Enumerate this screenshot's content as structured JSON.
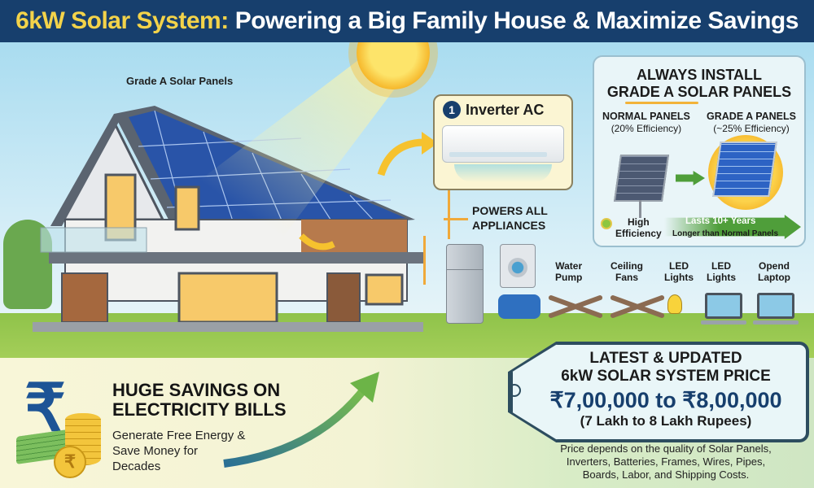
{
  "header": {
    "title_highlight": "6kW Solar System:",
    "title_rest": "Powering a Big Family House & Maximize Savings"
  },
  "colors": {
    "header_bg": "#173f6d",
    "header_highlight": "#f3d34a",
    "accent_green": "#4f9e3a",
    "price_blue": "#173f6d",
    "wire_orange": "#f0a93a"
  },
  "house": {
    "panel_label": "Grade A Solar Panels"
  },
  "inverter": {
    "number": "1",
    "label": "Inverter AC"
  },
  "appliances": {
    "title_line1": "POWERS ALL",
    "title_line2": "APPLIANCES",
    "items": [
      {
        "icon": "refrigerator-icon",
        "label": ""
      },
      {
        "icon": "washing-machine-icon",
        "label": ""
      },
      {
        "icon": "water-pump-icon",
        "label_line1": "Water",
        "label_line2": "Pump"
      },
      {
        "icon": "ceiling-fan-icon",
        "label_line1": "Ceiling",
        "label_line2": "Fans"
      },
      {
        "icon": "light-bulb-icon",
        "label_line1": "LED",
        "label_line2": "Lights"
      },
      {
        "icon": "laptop-icon",
        "label_line1": "LED",
        "label_line2": "Lights"
      },
      {
        "icon": "laptop-icon",
        "label_line1": "Opend",
        "label_line2": "Laptop"
      }
    ]
  },
  "grade_box": {
    "title_line1": "ALWAYS INSTALL",
    "title_line2": "GRADE A SOLAR PANELS",
    "normal": {
      "name": "NORMAL PANELS",
      "efficiency": "(20% Efficiency)"
    },
    "grade_a": {
      "name": "GRADE A PANELS",
      "efficiency": "(~25% Efficiency)"
    },
    "badge_line1": "High",
    "badge_line2": "Efficiency",
    "lasts_title": "Lasts 10+ Years",
    "lasts_sub": "Longer than Normal Panels"
  },
  "savings": {
    "rupee_symbol": "₹",
    "title_line1": "HUGE SAVINGS ON",
    "title_line2": "ELECTRICITY BILLS",
    "sub_line1": "Generate Free Energy &",
    "sub_line2": "Save Money for",
    "sub_line3": "Decades"
  },
  "price_tag": {
    "heading_line1": "LATEST & UPDATED",
    "heading_line2": "6kW SOLAR SYSTEM PRICE",
    "price_range": "₹7,00,000 to ₹8,00,000",
    "lakh_text": "(7 Lakh to 8 Lakh Rupees)"
  },
  "note": {
    "line1": "Price depends on the quality of Solar Panels,",
    "line2": "Inverters, Batteries, Frames, Wires, Pipes,",
    "line3": "Boards, Labor, and Shipping Costs."
  }
}
